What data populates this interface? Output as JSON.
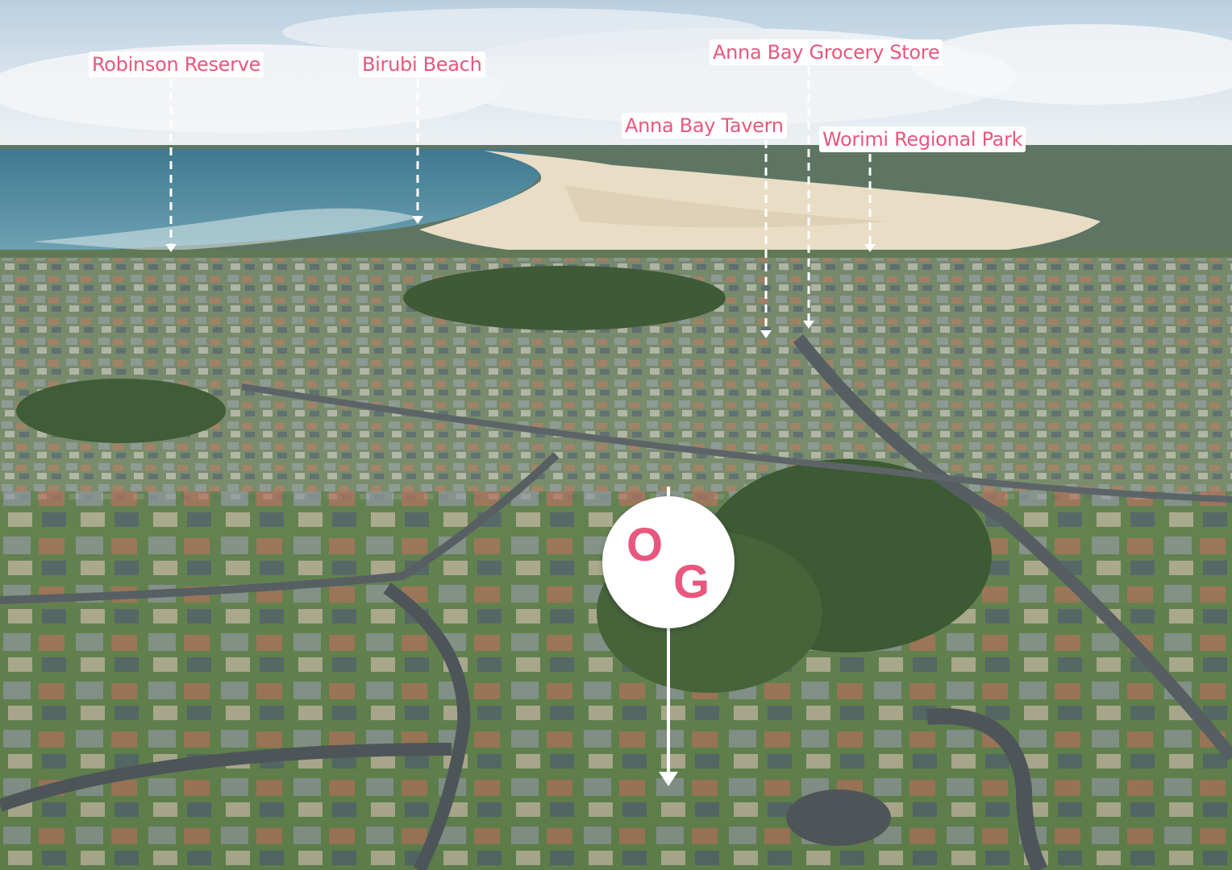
{
  "labels": {
    "robinson": "Robinson Reserve",
    "birubi": "Birubi Beach",
    "grocery": "Anna Bay Grocery Store",
    "tavern": "Anna Bay Tavern",
    "worimi": "Worimi Regional Park"
  },
  "logo": {
    "letter_1": "O",
    "letter_2": "G"
  },
  "colors": {
    "accent": "#e8577e",
    "label_background": "#ffffff"
  }
}
